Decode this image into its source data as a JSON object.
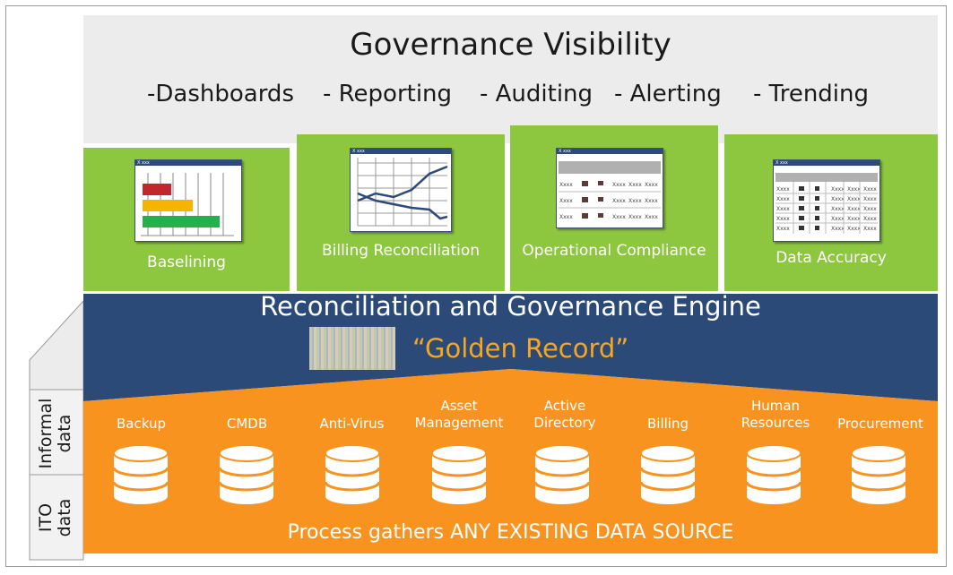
{
  "visibility": {
    "title": "Governance Visibility",
    "items": [
      "-Dashboards",
      "- Reporting",
      "- Auditing",
      "- Alerting",
      "- Trending"
    ]
  },
  "panels": [
    {
      "label": "Baselining",
      "icon": "bar-chart-icon"
    },
    {
      "label": "Billing Reconciliation",
      "icon": "line-chart-icon"
    },
    {
      "label": "Operational Compliance",
      "icon": "table-window-icon"
    },
    {
      "label": "Data Accuracy",
      "icon": "grid-window-icon"
    }
  ],
  "mini_window_title": "X xxx",
  "mini_cell": "Xxxx",
  "engine": {
    "title": "Reconciliation and Governance Engine",
    "golden_record": "“Golden Record”"
  },
  "sources": [
    "Backup",
    "CMDB",
    "Anti-Virus",
    "Asset Management",
    "Active Directory",
    "Billing",
    "Human Resources",
    "Procurement"
  ],
  "process_text": "Process gathers ANY EXISTING DATA SOURCE",
  "side_labels": {
    "informal": "Informal data",
    "ito": "ITO data"
  },
  "colors": {
    "green": "#8dc63f",
    "navy": "#2c4a78",
    "orange": "#f7931e",
    "golden": "#f5a623",
    "light_gray": "#ececec"
  }
}
